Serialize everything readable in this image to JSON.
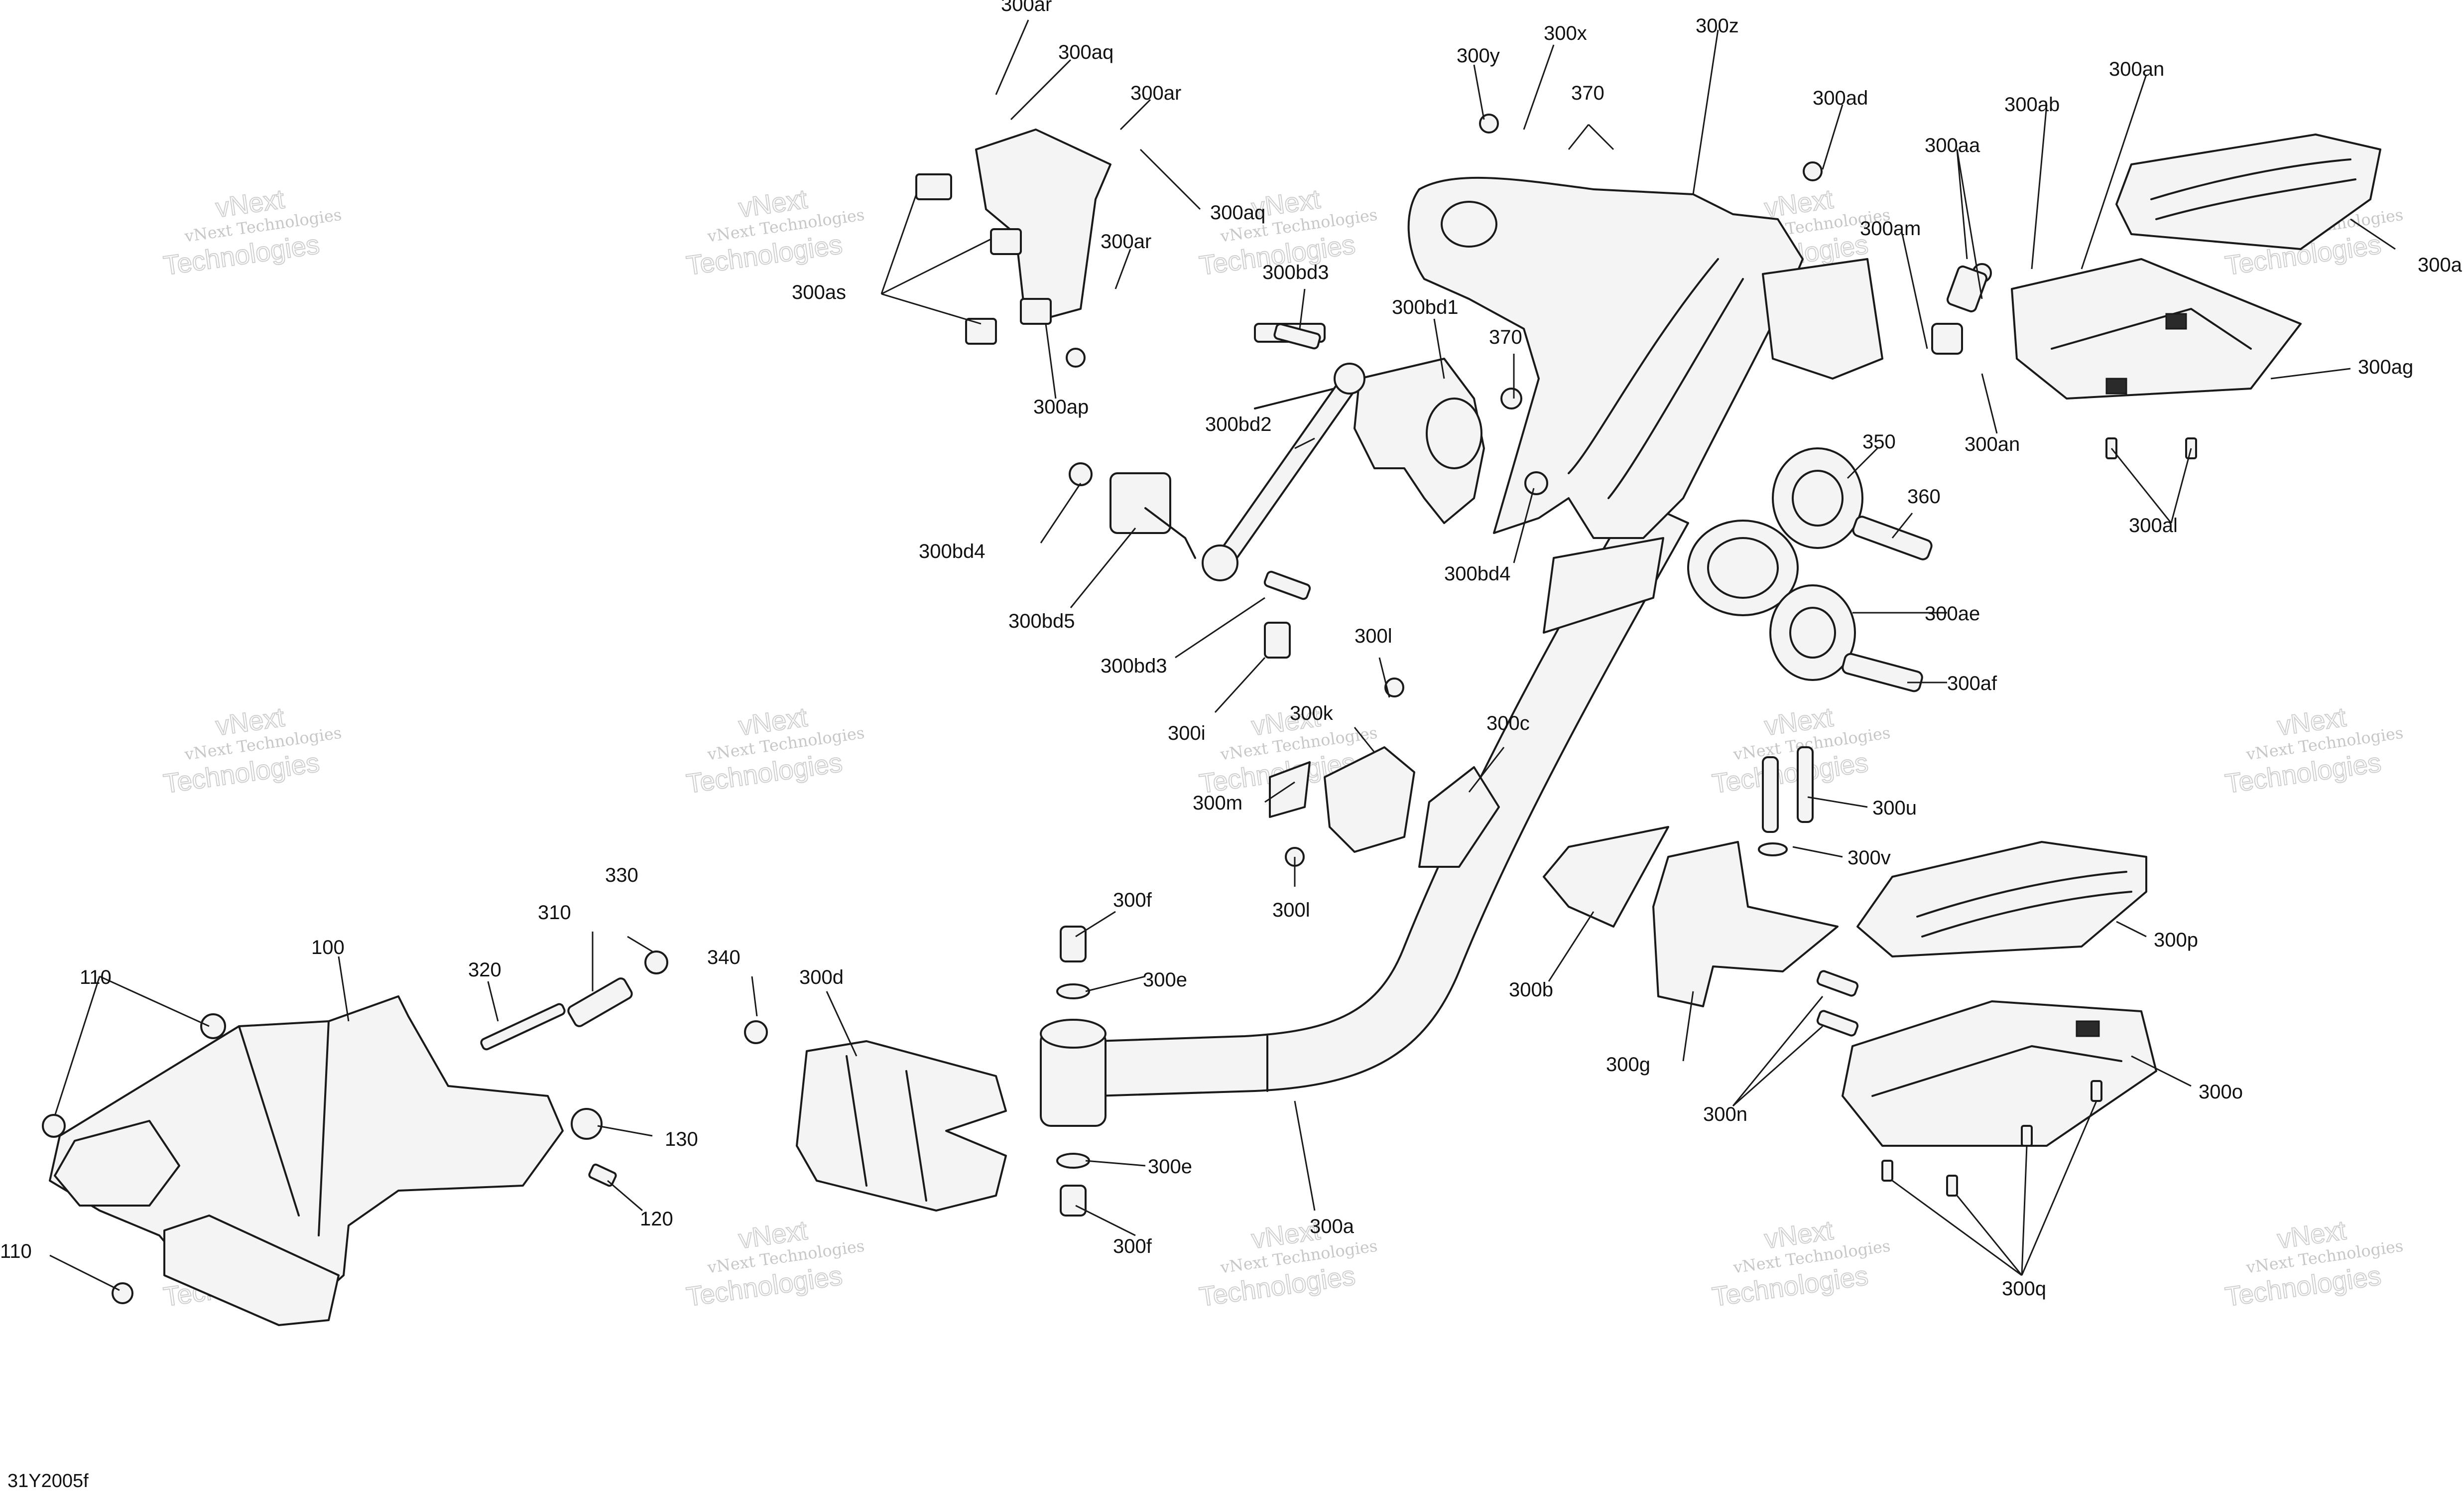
{
  "figure_code": "31Y2005f",
  "watermark": {
    "line1": "vNext Technologies",
    "line2": "vNext",
    "line3": "Technologies"
  },
  "callouts": {
    "c_300ar_a": "300ar",
    "c_300aq_a": "300aq",
    "c_300ar_b": "300ar",
    "c_300aq_b": "300aq",
    "c_300ar_c": "300ar",
    "c_300as": "300as",
    "c_300ap": "300ap",
    "c_300y": "300y",
    "c_300x": "300x",
    "c_370_a": "370",
    "c_300z": "300z",
    "c_300ad": "300ad",
    "c_300ab": "300ab",
    "c_300an_a": "300an",
    "c_300aa": "300aa",
    "c_300am": "300am",
    "c_300a_top": "300a",
    "c_300ag": "300ag",
    "c_300an_b": "300an",
    "c_300al": "300al",
    "c_300bd3_a": "300bd3",
    "c_300bd1": "300bd1",
    "c_370_b": "370",
    "c_300bd2": "300bd2",
    "c_300bd4_a": "300bd4",
    "c_300bd4_b": "300bd4",
    "c_300bd5": "300bd5",
    "c_350": "350",
    "c_360": "360",
    "c_300ae": "300ae",
    "c_300af": "300af",
    "c_300bd3_b": "300bd3",
    "c_300i": "300i",
    "c_300l_a": "300l",
    "c_300k": "300k",
    "c_300c": "300c",
    "c_300m": "300m",
    "c_300l_b": "300l",
    "c_300u": "300u",
    "c_300v": "300v",
    "c_300p": "300p",
    "c_300b": "300b",
    "c_300g": "300g",
    "c_300n": "300n",
    "c_300o": "300o",
    "c_300q": "300q",
    "c_300f_a": "300f",
    "c_300e_a": "300e",
    "c_300e_b": "300e",
    "c_300f_b": "300f",
    "c_300a_main": "300a",
    "c_300d": "300d",
    "c_340": "340",
    "c_330": "330",
    "c_310": "310",
    "c_320": "320",
    "c_100": "100",
    "c_110_a": "110",
    "c_110_b": "110",
    "c_130": "130",
    "c_120": "120"
  }
}
